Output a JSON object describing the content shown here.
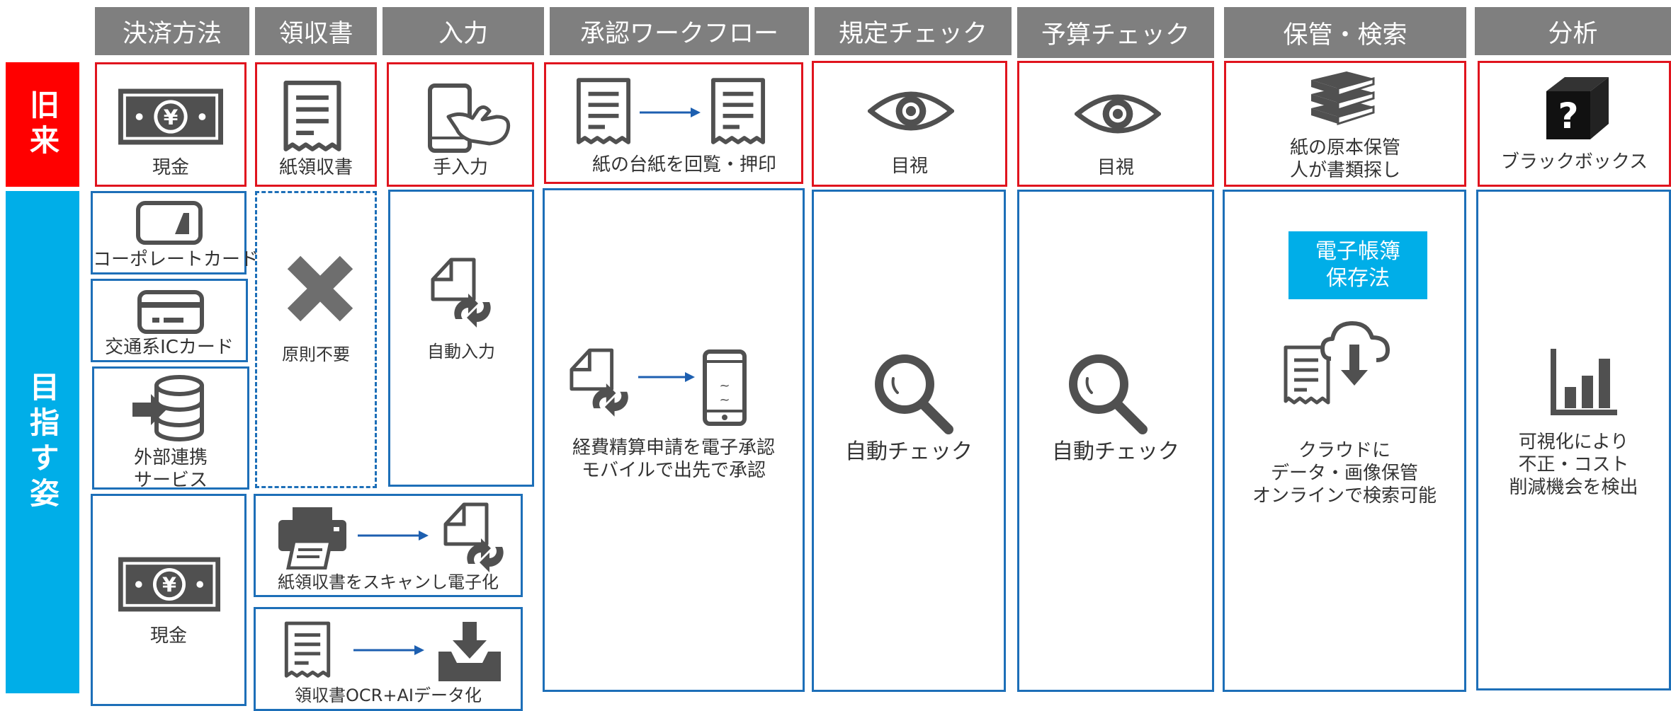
{
  "headers": [
    "決済方法",
    "領収書",
    "入力",
    "承認ワークフロー",
    "規定チェック",
    "予算チェック",
    "保管・検索",
    "分析"
  ],
  "rows": {
    "old": "旧来",
    "target": "目指す姿"
  },
  "old": {
    "payment": "現金",
    "receipt": "紙領収書",
    "input": "手入力",
    "workflow": "紙の台紙を回覧・押印",
    "rule_check": "目視",
    "budget_check": "目視",
    "storage": [
      "紙の原本保管",
      "人が書類探し"
    ],
    "analysis": "ブラックボックス"
  },
  "target": {
    "corporate_card": "コーポレートカード",
    "ic_card": "交通系ICカード",
    "external": [
      "外部連携",
      "サービス"
    ],
    "cash": "現金",
    "receipt_unneeded": "原則不要",
    "scan": "紙領収書をスキャンし電子化",
    "ocr": "領収書OCR+AIデータ化",
    "input": "自動入力",
    "workflow": [
      "経費精算申請を電子承認",
      "モバイルで出先で承認"
    ],
    "rule_check": "自動チェック",
    "budget_check": "自動チェック",
    "law_badge": [
      "電子帳簿",
      "保存法"
    ],
    "storage": [
      "クラウドに",
      "データ・画像保管",
      "オンラインで検索可能"
    ],
    "analysis": [
      "可視化により",
      "不正・コスト",
      "削減機会を検出"
    ]
  },
  "colors": {
    "header_gray": "#7f7f7f",
    "old_red": "#ff0000",
    "target_blue": "#00aee8",
    "border_red": "#e0141e",
    "border_blue": "#1d6fb8",
    "icon_gray": "#505050",
    "arrow_blue": "#1d5fb0"
  }
}
